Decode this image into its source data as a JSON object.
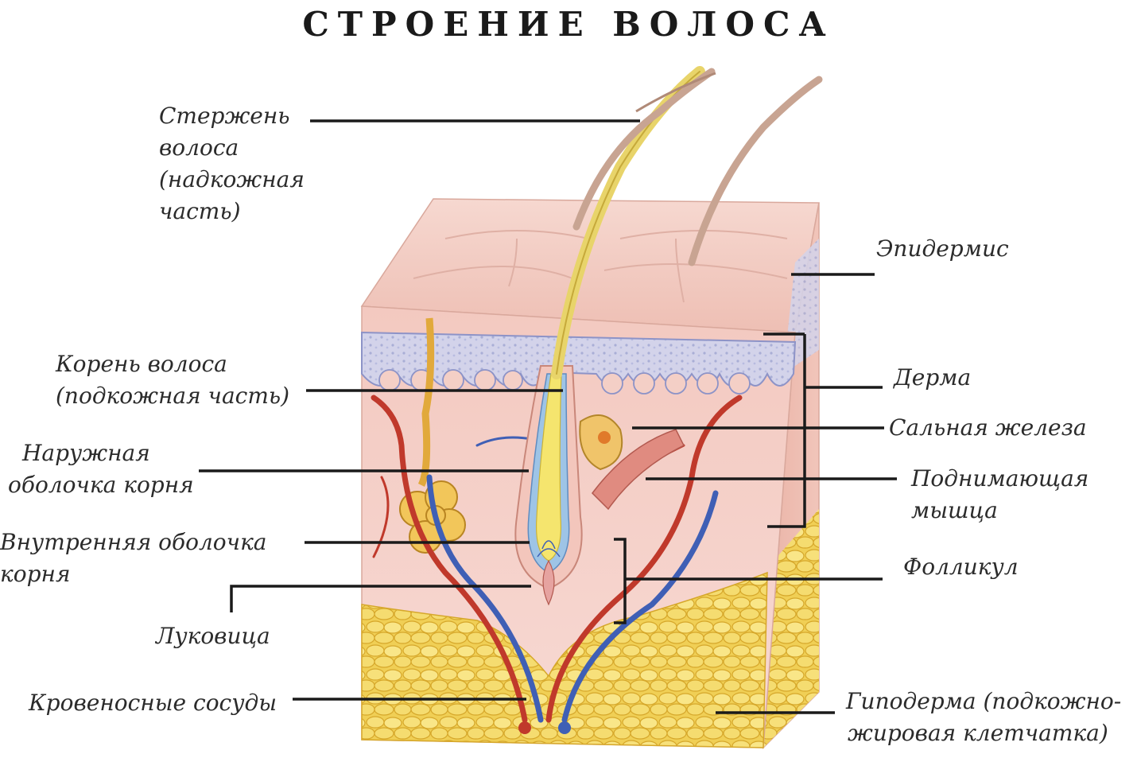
{
  "title": "СТРОЕНИЕ ВОЛОСА",
  "labels": {
    "shaft": [
      "Стержень",
      "волоса",
      "(надкожная",
      "часть)"
    ],
    "root": [
      "Корень волоса",
      "(подкожная часть)"
    ],
    "outer": [
      "Наружная",
      "оболочка корня"
    ],
    "inner": [
      "Внутренняя  оболочка",
      "корня"
    ],
    "bulb": [
      "Луковица"
    ],
    "vessels": [
      "Кровеносные сосуды"
    ],
    "epidermis": [
      "Эпидермис"
    ],
    "derma": [
      "Дерма"
    ],
    "sebaceous": [
      "Сальная железа"
    ],
    "muscle": [
      "Поднимающая",
      "мышца"
    ],
    "follicle": [
      "Фолликул"
    ],
    "hypoderm": [
      "Гиподерма (подкожно-",
      "жировая клетчатка)"
    ]
  },
  "colors": {
    "skin": "#f4cfc6",
    "epidermis": "#c9cde8",
    "fat": "#f2d45a",
    "hair_shaft": "#c8a492",
    "follicle": "#f5e56e",
    "artery": "#c0392b",
    "vein": "#3f5fb5",
    "leader": "#1a1a1a"
  }
}
